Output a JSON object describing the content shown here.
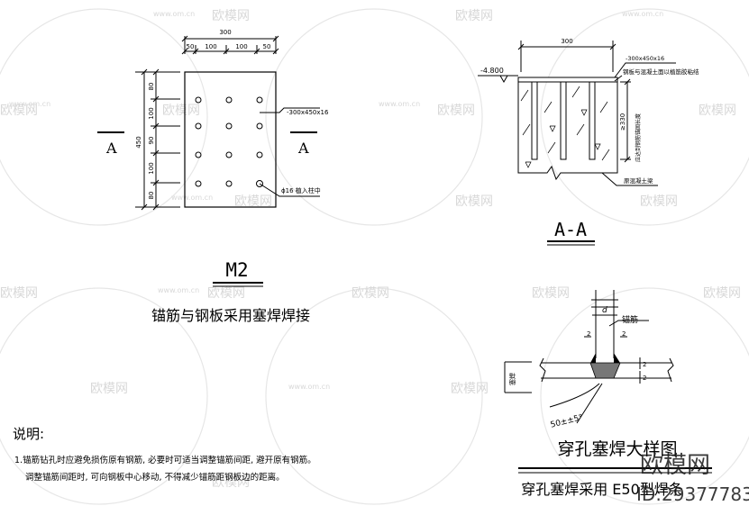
{
  "plan": {
    "top_dims": [
      "300",
      "50",
      "100",
      "100",
      "50"
    ],
    "side_dims": [
      "450",
      "80",
      "100",
      "90",
      "100",
      "80"
    ],
    "plate_note": "-300x450x16",
    "bar_note": "ϕ16 植入柱中",
    "section_mark": "A"
  },
  "title_m2": "M2",
  "subtitle_m2": "锚筋与钢板采用塞焊焊接",
  "section": {
    "top_dim": "300",
    "level": "-4.800",
    "note_plate": "-300x450x16",
    "note_glue": "钢板与混凝土面以植筋胶粘结",
    "note_embed": "应达到钢筋锚固长度",
    "dim_embed": "≥330",
    "note_concrete": "原混凝土梁",
    "title": "A-A"
  },
  "detail": {
    "label_d": "d",
    "label_anchor": "锚筋",
    "dim_2": "2",
    "weld_symbol": "塞焊",
    "angle": "50±±5°",
    "title": "穿孔塞焊大样图",
    "subtitle": "穿孔塞焊采用 E50型焊条"
  },
  "notes": {
    "heading": "说明:",
    "line1": "1.锚筋钻孔时应避免损伤原有钢筋, 必要时可适当调整锚筋间距, 避开原有钢筋。",
    "line2": "调整锚筋间距时, 可向钢板中心移动, 不得减少锚筋距钢板边的距离。"
  },
  "watermark": {
    "text": "欧模网",
    "site": "www.om.cn",
    "id": "ID:29377783"
  }
}
